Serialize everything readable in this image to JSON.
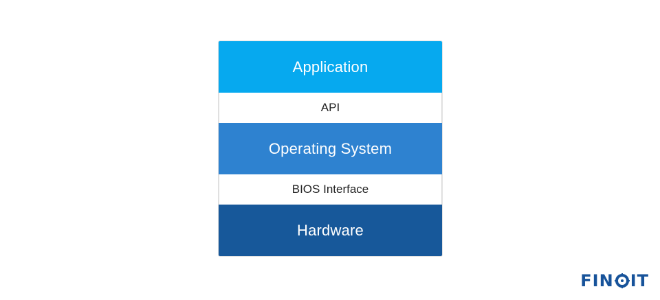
{
  "layers": [
    {
      "label": "Application",
      "color": "#06a9ef"
    },
    {
      "label": "API"
    },
    {
      "label": "Operating System",
      "color": "#2e82d0"
    },
    {
      "label": "BIOS Interface"
    },
    {
      "label": "Hardware",
      "color": "#17589a"
    }
  ],
  "logo": {
    "prefix": "FIN",
    "suffix": "IT",
    "icon": "gear-o-icon",
    "color": "#17539a"
  }
}
